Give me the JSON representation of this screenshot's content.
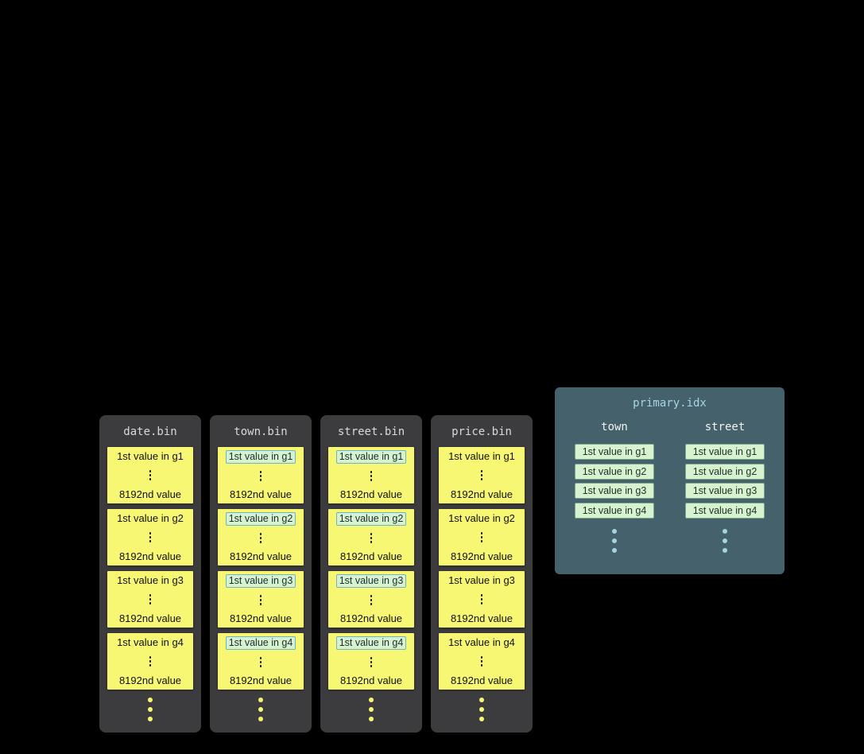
{
  "bin_columns": [
    {
      "title": "date.bin",
      "highlight_first_values": false,
      "groups": [
        {
          "first": "1st value in g1",
          "last": "8192nd value"
        },
        {
          "first": "1st value in g2",
          "last": "8192nd value"
        },
        {
          "first": "1st value in g3",
          "last": "8192nd value"
        },
        {
          "first": "1st value in g4",
          "last": "8192nd value"
        }
      ]
    },
    {
      "title": "town.bin",
      "highlight_first_values": true,
      "groups": [
        {
          "first": "1st value in g1",
          "last": "8192nd value"
        },
        {
          "first": "1st value in g2",
          "last": "8192nd value"
        },
        {
          "first": "1st value in g3",
          "last": "8192nd value"
        },
        {
          "first": "1st value in g4",
          "last": "8192nd value"
        }
      ]
    },
    {
      "title": "street.bin",
      "highlight_first_values": true,
      "groups": [
        {
          "first": "1st value in g1",
          "last": "8192nd value"
        },
        {
          "first": "1st value in g2",
          "last": "8192nd value"
        },
        {
          "first": "1st value in g3",
          "last": "8192nd value"
        },
        {
          "first": "1st value in g4",
          "last": "8192nd value"
        }
      ]
    },
    {
      "title": "price.bin",
      "highlight_first_values": false,
      "groups": [
        {
          "first": "1st value in g1",
          "last": "8192nd value"
        },
        {
          "first": "1st value in g2",
          "last": "8192nd value"
        },
        {
          "first": "1st value in g3",
          "last": "8192nd value"
        },
        {
          "first": "1st value in g4",
          "last": "8192nd value"
        }
      ]
    }
  ],
  "index_panel": {
    "title": "primary.idx",
    "columns": [
      {
        "header": "town",
        "entries": [
          "1st value in g1",
          "1st value in g2",
          "1st value in g3",
          "1st value in g4"
        ]
      },
      {
        "header": "street",
        "entries": [
          "1st value in g1",
          "1st value in g2",
          "1st value in g3",
          "1st value in g4"
        ]
      }
    ]
  },
  "colors": {
    "background": "#000000",
    "bin_column_bg": "#3c3c3e",
    "block_yellow": "#f7f774",
    "highlight_green": "#d6f2cf",
    "highlight_border": "#6fb3c9",
    "index_panel_bg": "#44616c",
    "index_title_color": "#a5d5e4",
    "index_entry_bg": "#d6f2cf",
    "index_entry_border": "#7da58b",
    "index_dots": "#a5d5e4"
  }
}
